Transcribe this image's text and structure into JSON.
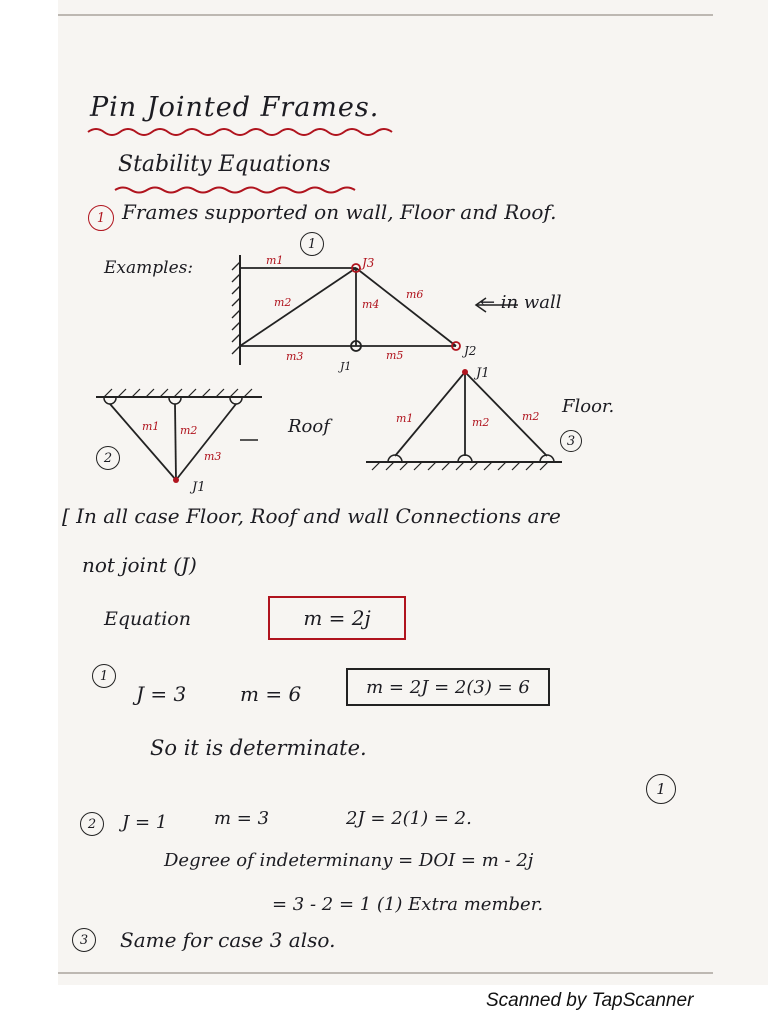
{
  "title": "Pin Jointed Frames.",
  "subtitle": "Stability Equations",
  "section1": {
    "number": "1",
    "heading": "Frames supported on wall, Floor and Roof."
  },
  "examples_label": "Examples:",
  "diagram1": {
    "number": "1",
    "members": [
      "m1",
      "m2",
      "m3",
      "m4",
      "m5",
      "m6"
    ],
    "joints": [
      "J1",
      "J2",
      "J3"
    ],
    "annotation": "← in wall"
  },
  "diagram2": {
    "number": "2",
    "members": [
      "m1",
      "m2",
      "m3"
    ],
    "joint": "J1",
    "annotation": "Roof"
  },
  "diagram3": {
    "number": "3",
    "members": [
      "m1",
      "m2",
      "m2"
    ],
    "joint": "J1",
    "annotation": "Floor."
  },
  "note_line1": "[ In all case Floor, Roof and wall Connections are",
  "note_line2": "not joint (J)",
  "equation_label": "Equation",
  "equation": "m = 2j",
  "case1": {
    "number": "1",
    "j": "J = 3",
    "m": "m = 6",
    "boxed": "m = 2J = 2(3) = 6",
    "conclusion": "So it is determinate."
  },
  "corner_number": "1",
  "case2": {
    "number": "2",
    "j": "J = 1",
    "m": "m = 3",
    "calc": "2J = 2(1) = 2.",
    "doi_line": "Degree of indeterminany = DOI = m - 2j",
    "doi_result": "= 3 - 2 = 1  (1) Extra member."
  },
  "case3": {
    "number": "3",
    "text": "Same for case 3 also."
  },
  "footer": "Scanned by TapScanner"
}
